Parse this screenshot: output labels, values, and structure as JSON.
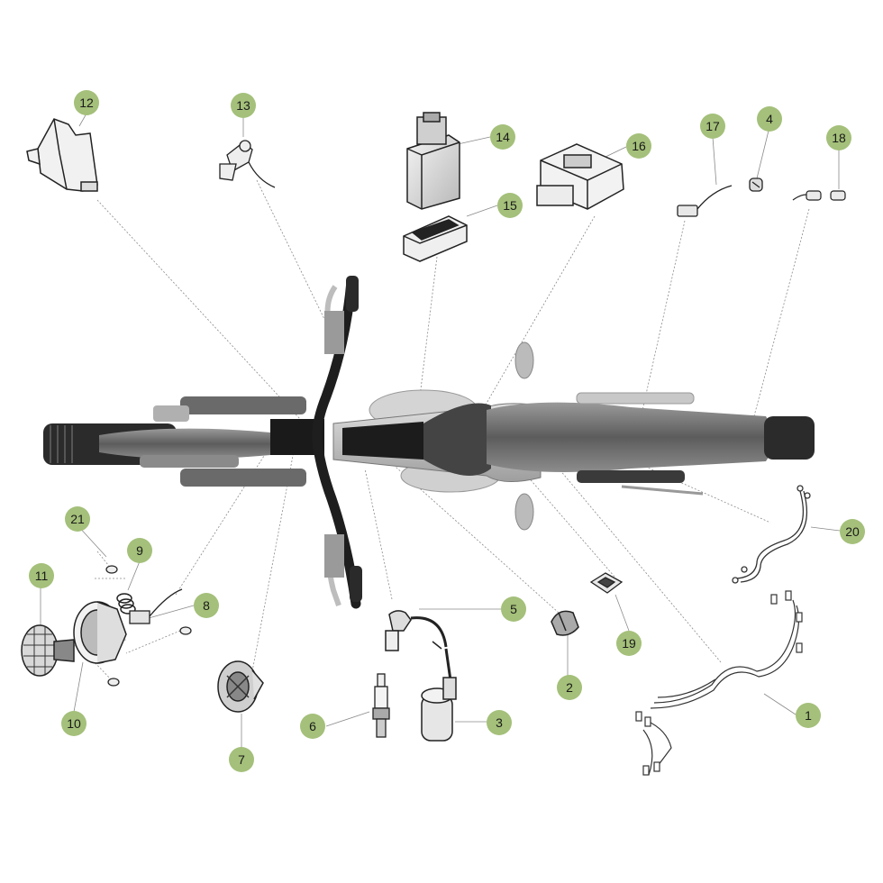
{
  "diagram": {
    "accent_color": "#a4c07a",
    "callouts": [
      {
        "id": "c12",
        "label": "12"
      },
      {
        "id": "c13",
        "label": "13"
      },
      {
        "id": "c14",
        "label": "14"
      },
      {
        "id": "c15",
        "label": "15"
      },
      {
        "id": "c16",
        "label": "16"
      },
      {
        "id": "c17",
        "label": "17"
      },
      {
        "id": "c4",
        "label": "4"
      },
      {
        "id": "c18",
        "label": "18"
      },
      {
        "id": "c20",
        "label": "20"
      },
      {
        "id": "c21",
        "label": "21"
      },
      {
        "id": "c9",
        "label": "9"
      },
      {
        "id": "c11",
        "label": "11"
      },
      {
        "id": "c8",
        "label": "8"
      },
      {
        "id": "c10",
        "label": "10"
      },
      {
        "id": "c7",
        "label": "7"
      },
      {
        "id": "c5",
        "label": "5"
      },
      {
        "id": "c6",
        "label": "6"
      },
      {
        "id": "c3",
        "label": "3"
      },
      {
        "id": "c2",
        "label": "2"
      },
      {
        "id": "c19",
        "label": "19"
      },
      {
        "id": "c1",
        "label": "1"
      }
    ],
    "parts": [
      {
        "id": "p12",
        "icon": "switch-housing-icon"
      },
      {
        "id": "p13",
        "icon": "handlebar-switch-icon"
      },
      {
        "id": "p14",
        "icon": "relay-cdi-box-icon"
      },
      {
        "id": "p15",
        "icon": "rubber-holder-icon"
      },
      {
        "id": "p16",
        "icon": "mounting-bracket-icon"
      },
      {
        "id": "p17",
        "icon": "wire-connector-icon"
      },
      {
        "id": "p4",
        "icon": "grommet-icon"
      },
      {
        "id": "p18",
        "icon": "bulb-socket-icon"
      },
      {
        "id": "p20",
        "icon": "wiring-loom-icon"
      },
      {
        "id": "p21",
        "icon": "screw-icon"
      },
      {
        "id": "p9",
        "icon": "spring-icon"
      },
      {
        "id": "p11",
        "icon": "headlight-grille-icon"
      },
      {
        "id": "p8",
        "icon": "connector-plug-icon"
      },
      {
        "id": "p10",
        "icon": "headlight-housing-icon"
      },
      {
        "id": "p7",
        "icon": "horn-icon"
      },
      {
        "id": "p5",
        "icon": "spark-plug-cap-icon"
      },
      {
        "id": "p6",
        "icon": "spark-plug-icon"
      },
      {
        "id": "p3",
        "icon": "ignition-coil-icon"
      },
      {
        "id": "p2",
        "icon": "rubber-cap-icon"
      },
      {
        "id": "p19",
        "icon": "clip-nut-icon"
      },
      {
        "id": "p1",
        "icon": "main-wiring-harness-icon"
      }
    ]
  }
}
